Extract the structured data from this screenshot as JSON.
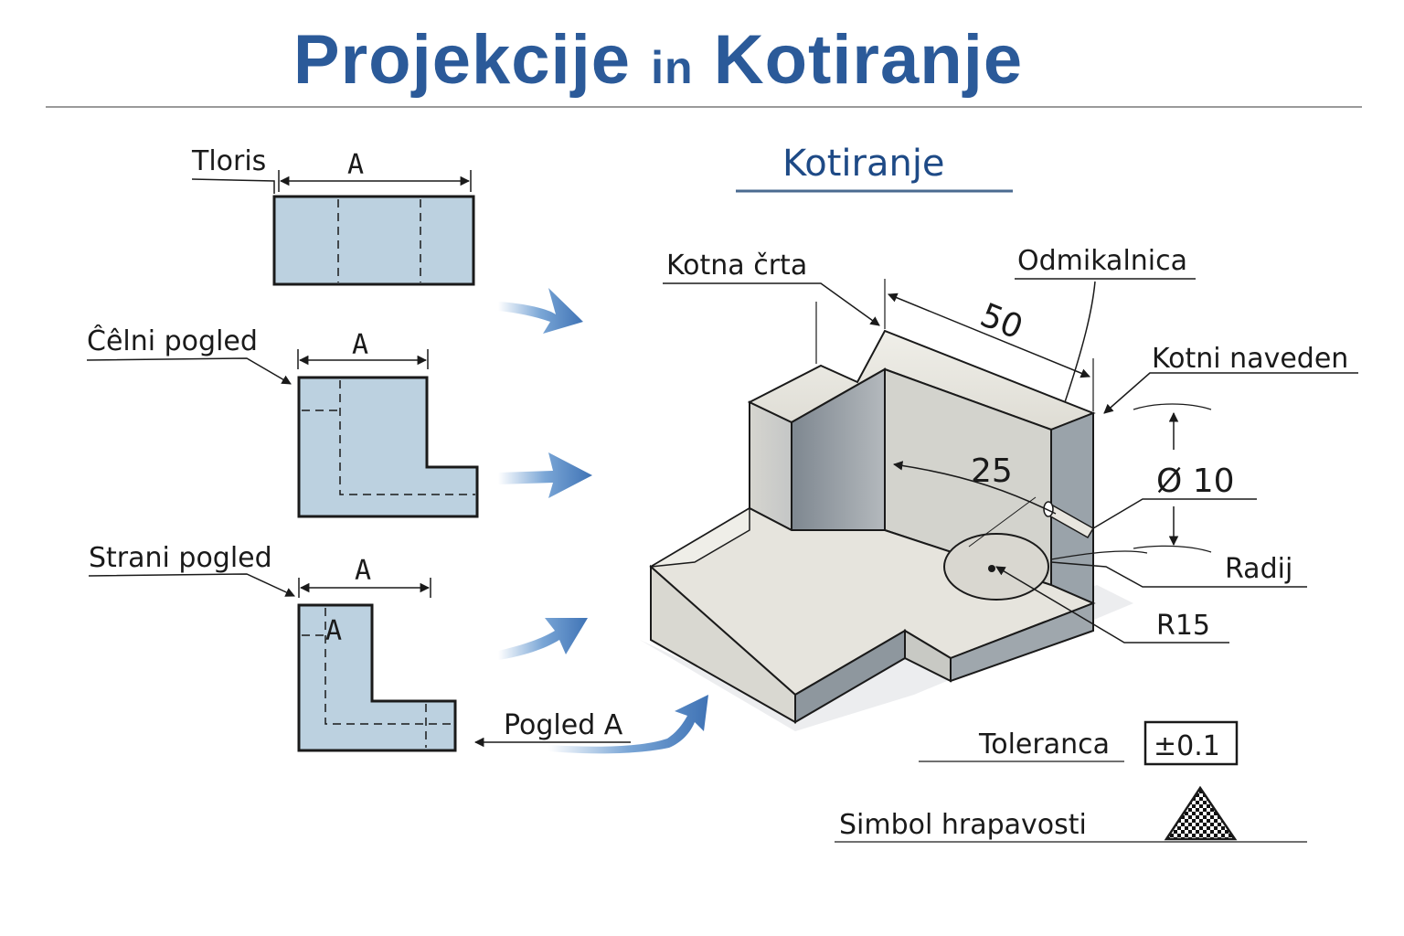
{
  "title": {
    "main_1": "Projekcije",
    "connector": "in",
    "main_2": "Kotiranje"
  },
  "views": {
    "tloris": "Tloris",
    "celni": "Ĉêlni pogled",
    "strani": "Strani pogled",
    "dim_label": "A",
    "pogled": "Pogled A"
  },
  "kotiranje": {
    "heading": "Kotiranje",
    "kotna_crta": "Kotna črta",
    "odmikalnica": "Odmikalnica",
    "kotni_naveden": "Kotni naveden",
    "dim_50": "50",
    "dim_25": "25",
    "diameter": "Ø 10",
    "radij": "Radij",
    "r15": "R15",
    "toleranca": "Toleranca",
    "tol_value": "±0.1",
    "simbol": "Simbol hrapavosti"
  },
  "colors": {
    "title_blue": "#2b5a99",
    "view_fill": "#bcd1e0",
    "arrow_blue": "#4a7fc1",
    "line": "#1a1a1a"
  }
}
